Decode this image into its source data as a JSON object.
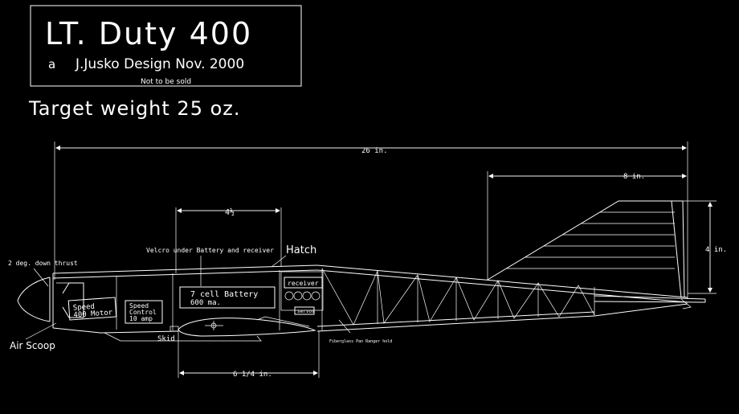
{
  "title_block": {
    "title": "LT. Duty 400",
    "designer_prefix": "a",
    "designer": "J.Jusko Design Nov. 2000",
    "notice": "Not to be sold"
  },
  "target_weight": "Target weight 25 oz.",
  "dimensions": {
    "overall_length": "26 in.",
    "tail_length": "8 in.",
    "tail_height": "4 in.",
    "bay_width": "4½",
    "skid_length": "6 1/4 in."
  },
  "labels": {
    "down_thrust": "2 deg. down thrust",
    "velcro_note": "Velcro under Battery and receiver",
    "hatch": "Hatch",
    "receiver": "receiver",
    "battery_line1": "7 cell Battery",
    "battery_line2": "600 ma.",
    "motor_line1": "Speed",
    "motor_line2": "400 Motor",
    "speed_control_line1": "Speed",
    "speed_control_line2": "Control",
    "speed_control_line3": "10 amp",
    "servos": "servos",
    "skid": "Skid",
    "air_scoop": "Air Scoop",
    "fiberglass_note": "Fiberglass Pan Ranger hold"
  },
  "colors": {
    "background": "#000000",
    "lines": "#ffffff"
  }
}
